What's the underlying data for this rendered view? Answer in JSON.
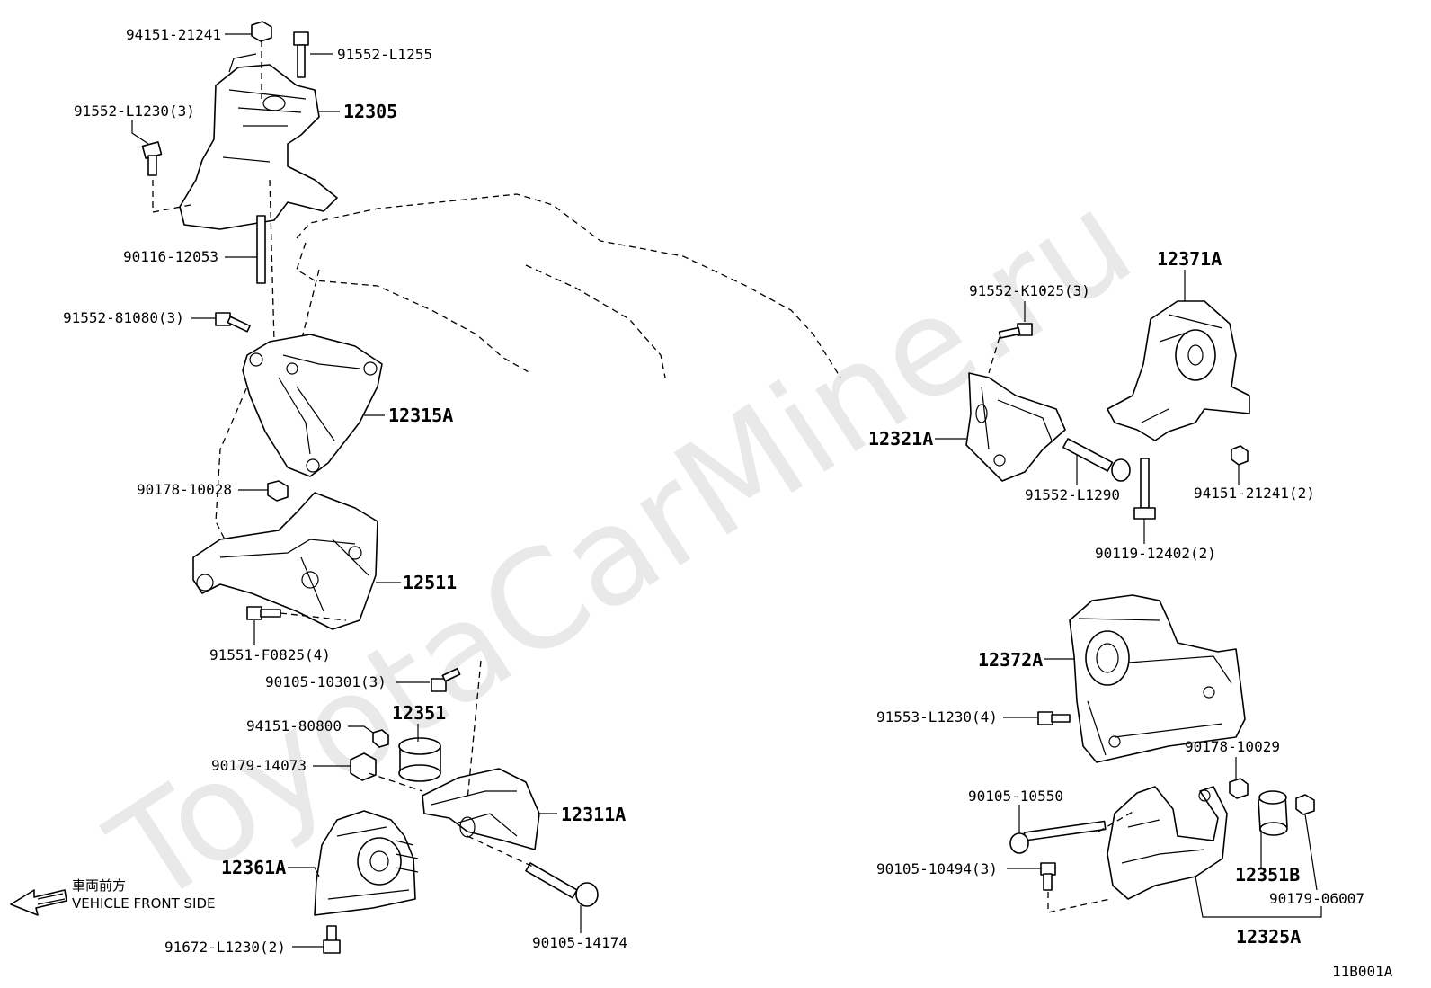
{
  "watermark": "ToyotaCarMine.ru",
  "diagram_code": "11B001A",
  "direction": {
    "jp": "車両前方",
    "en": "VEHICLE FRONT SIDE",
    "arrow_icon": "left-arrow-icon"
  },
  "labels": {
    "l94151_21241": "94151-21241",
    "l91552_L1255": "91552-L1255",
    "l91552_L1230_3": "91552-L1230(3)",
    "l12305": "12305",
    "l90116_12053": "90116-12053",
    "l91552_81080_3": "91552-81080(3)",
    "l12315A": "12315A",
    "l90178_10028": "90178-10028",
    "l12511": "12511",
    "l91551_F0825_4": "91551-F0825(4)",
    "l90105_10301_3": "90105-10301(3)",
    "l94151_80800": "94151-80800",
    "l12351": "12351",
    "l90179_14073": "90179-14073",
    "l12311A": "12311A",
    "l12361A": "12361A",
    "l91672_L1230_2": "91672-L1230(2)",
    "l90105_14174": "90105-14174",
    "l91552_K1025_3": "91552-K1025(3)",
    "l12371A": "12371A",
    "l12321A": "12321A",
    "l91552_L1290": "91552-L1290",
    "l94151_21241_2": "94151-21241(2)",
    "l90119_12402_2": "90119-12402(2)",
    "l12372A": "12372A",
    "l91553_L1230_4": "91553-L1230(4)",
    "l90178_10029": "90178-10029",
    "l90105_10550": "90105-10550",
    "l90105_10494_3": "90105-10494(3)",
    "l12351B": "12351B",
    "l90179_06007": "90179-06007",
    "l12325A": "12325A"
  }
}
